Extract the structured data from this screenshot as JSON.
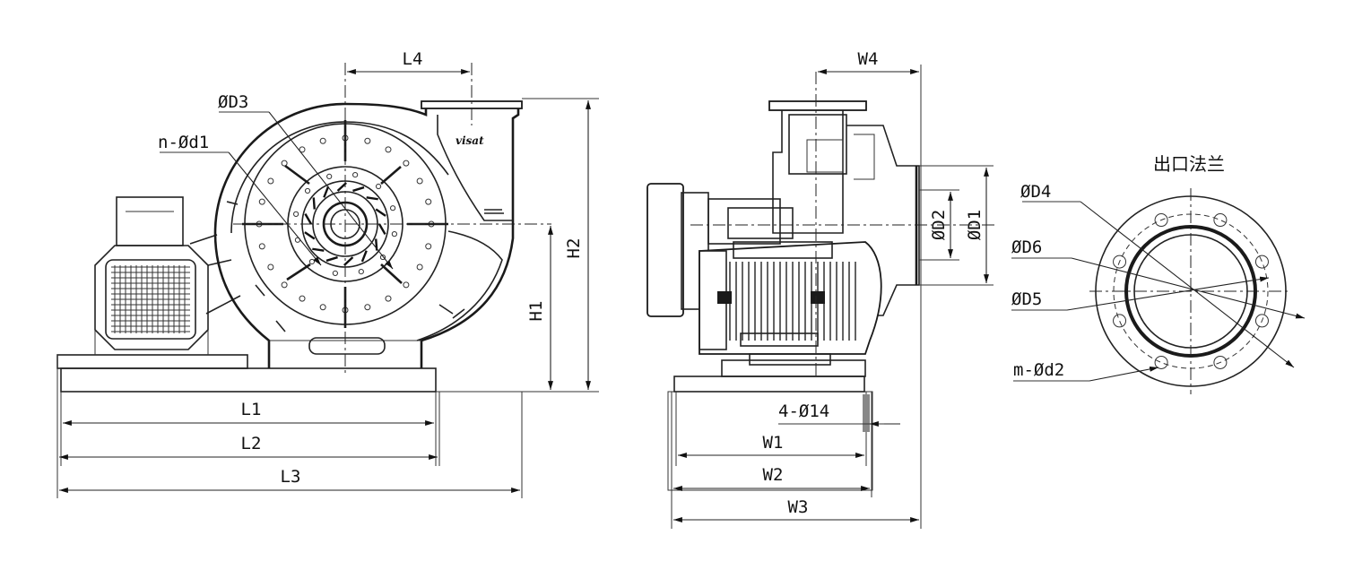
{
  "labels": {
    "L1": "L1",
    "L2": "L2",
    "L3": "L3",
    "L4": "L4",
    "H1": "H1",
    "H2": "H2",
    "W1": "W1",
    "W2": "W2",
    "W3": "W3",
    "W4": "W4",
    "D1": "ØD1",
    "D2": "ØD2",
    "D3": "ØD3",
    "D4": "ØD4",
    "D5": "ØD5",
    "D6": "ØD6",
    "n_d1": "n-Ød1",
    "m_d2": "m-Ød2",
    "holes": "4-Ø14",
    "outlet_flange": "出口法兰",
    "logo": "visat"
  }
}
